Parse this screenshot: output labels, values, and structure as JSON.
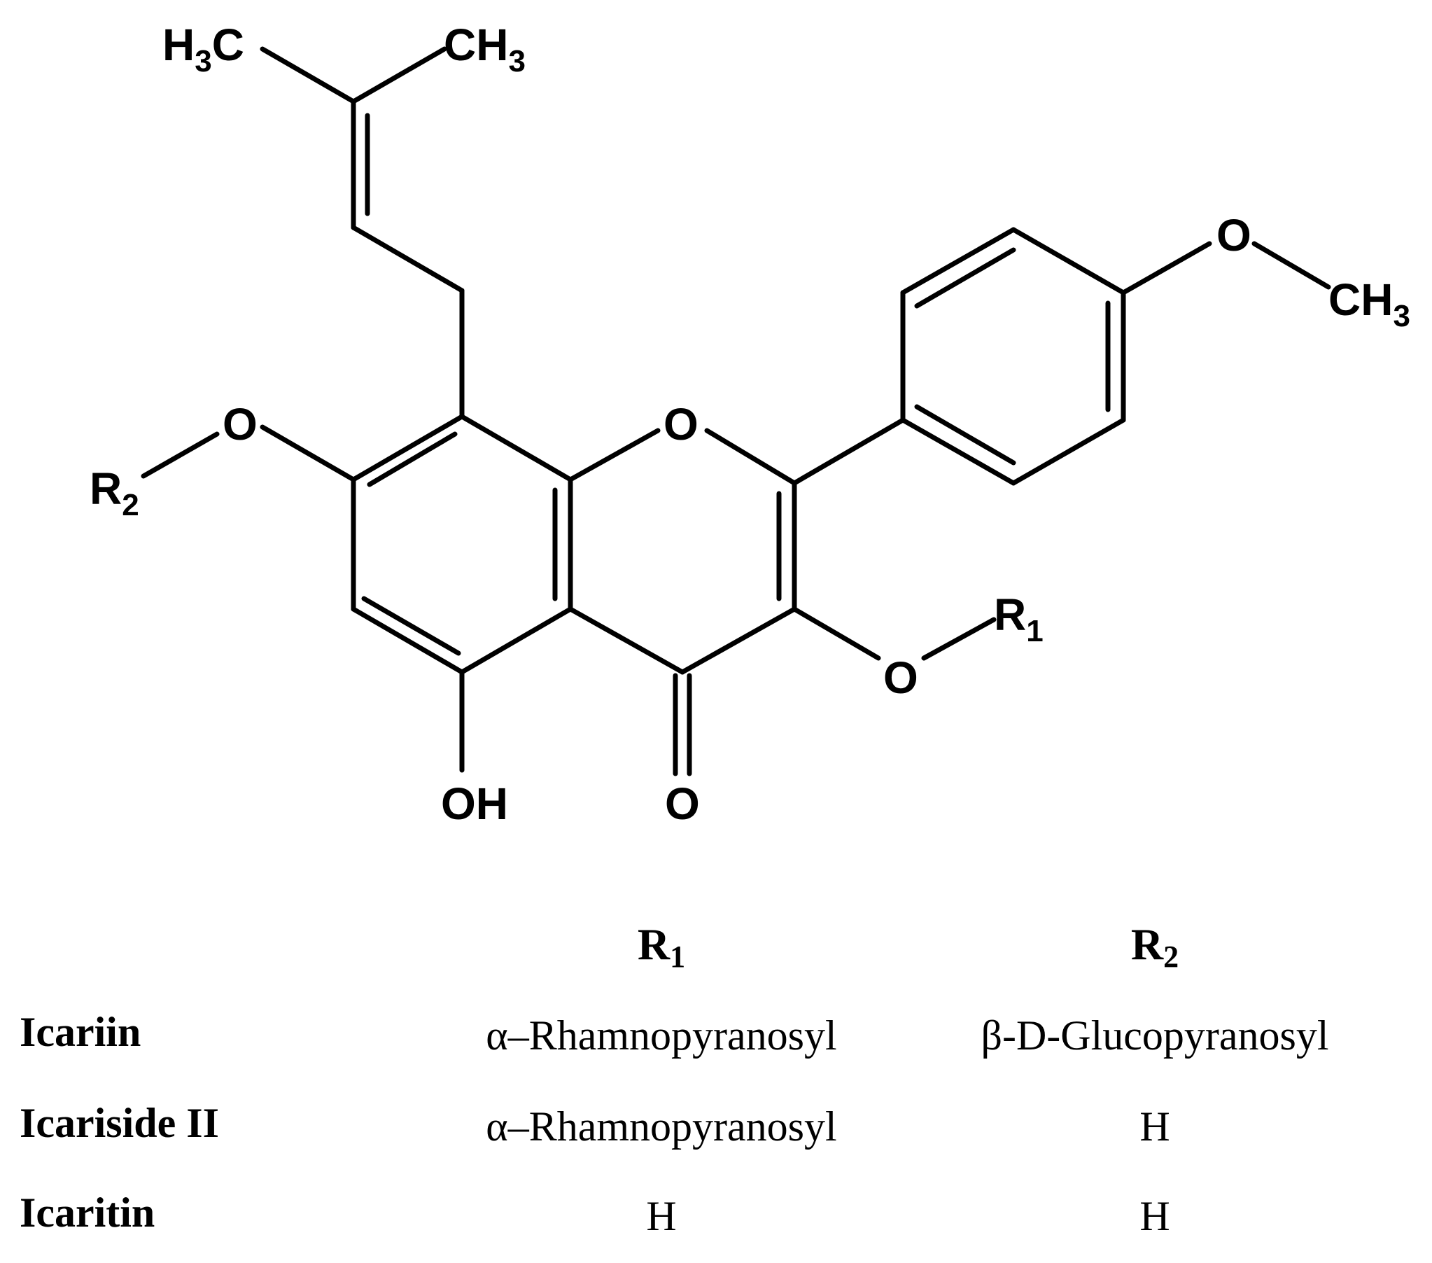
{
  "diagram": {
    "atoms": {
      "h3c_left": {
        "main": "H",
        "sub": "3",
        "tail": "C"
      },
      "ch3_top": {
        "main": "CH",
        "sub": "3"
      },
      "methoxy_o": "O",
      "ch3_right": {
        "main": "CH",
        "sub": "3"
      },
      "ring_o": "O",
      "o_r2": "O",
      "r2": {
        "main": "R",
        "sub": "2"
      },
      "r1": {
        "main": "R",
        "sub": "1"
      },
      "o_r1": "O",
      "oh": "OH",
      "carbonyl_o": "O"
    }
  },
  "substituent_table": {
    "headers": [
      {
        "main": "R",
        "sub": "1"
      },
      {
        "main": "R",
        "sub": "2"
      }
    ],
    "rows": [
      {
        "compound": "Icariin",
        "r1": "α–Rhamnopyranosyl",
        "r2": "β-D-Glucopyranosyl"
      },
      {
        "compound": "Icariside II",
        "r1": "α–Rhamnopyranosyl",
        "r2": "H"
      },
      {
        "compound": "Icaritin",
        "r1": "H",
        "r2": "H"
      }
    ]
  }
}
